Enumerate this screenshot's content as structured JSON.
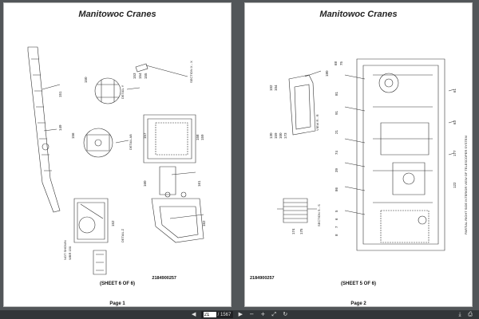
{
  "document": {
    "header": "Manitowoc Cranes",
    "pages": [
      {
        "sheet": "(SHEET 6 OF 6)",
        "page": "Page 1",
        "part_number": "2184900257",
        "labels": {
          "section_xx": "SECTION X - X",
          "detail_y": "DETAIL Y",
          "detail_ab": "DETAIL AB",
          "detail_z": "DETAIL Z",
          "not_shown": "NOT SHOWN",
          "not_shown_refs": "WBR 150",
          "callouts": [
            "153",
            "154",
            "155",
            "151",
            "150",
            "151",
            "149",
            "154",
            "155",
            "156",
            "157",
            "158",
            "159",
            "160",
            "161",
            "162",
            "163",
            "164",
            "165",
            "166",
            "152"
          ]
        }
      },
      {
        "sheet": "(SHEET 5 OF 6)",
        "page": "Page 2",
        "part_number": "2184900257",
        "labels": {
          "view_rr": "VIEW R - R",
          "section_ss": "SECTION S - S",
          "partial_view": "PARTIAL RIGHT SIDE INTERIOR VIEW OF TELESCOPER SYSTEM",
          "callouts": [
            "68",
            "75",
            "180",
            "102",
            "104",
            "81",
            "91",
            "21",
            "74",
            "130",
            "159",
            "100",
            "173",
            "39",
            "86",
            "174",
            "175",
            "5",
            "6",
            "7",
            "8",
            "61",
            "63",
            "177",
            "122"
          ]
        }
      }
    ]
  },
  "toolbar": {
    "current_page": "21",
    "total_pages": "/ 1567",
    "prev_icon": "◀",
    "next_icon": "▶",
    "zoom_out_icon": "−",
    "zoom_in_icon": "+",
    "fit_icon": "⤢",
    "rotate_icon": "↻",
    "download_icon": "⤓",
    "print_icon": "⎙"
  }
}
